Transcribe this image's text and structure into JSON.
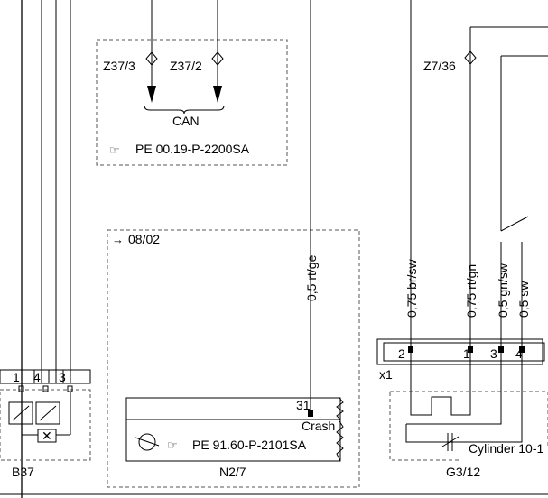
{
  "can_block": {
    "pin_left": "Z37/3",
    "pin_right": "Z37/2",
    "bus_label": "CAN",
    "ref_text": "PE 00.19-P-2200SA"
  },
  "z7": {
    "pin": "Z7/36"
  },
  "n27": {
    "date_ref": "08/02",
    "wire_label": "0,5 rt/ge",
    "pin": "31",
    "signal_label": "Crash",
    "ref_text": "PE 91.60-P-2101SA",
    "name": "N2/7"
  },
  "b37": {
    "pins": [
      "1",
      "4",
      "3"
    ],
    "name": "B37"
  },
  "x1": {
    "name": "x1",
    "wires": [
      "0,75 br/sw",
      "0,75 rt/gn",
      "0,5 gn/sw",
      "0,5 sw"
    ],
    "pins": [
      "2",
      "1",
      "3",
      "4"
    ]
  },
  "g312": {
    "component_label": "Cylinder 10-1",
    "name": "G3/12"
  }
}
